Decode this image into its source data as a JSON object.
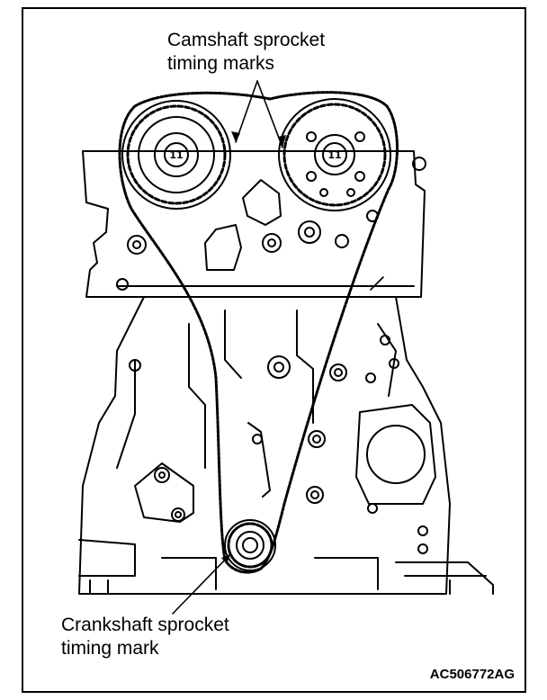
{
  "labels": {
    "camshaft_line1": "Camshaft sprocket",
    "camshaft_line2": "timing marks",
    "crankshaft_line1": "Crankshaft sprocket",
    "crankshaft_line2": "timing mark",
    "figure_code": "AC506772AG",
    "bolt_mark_left": "11",
    "bolt_mark_right": "11"
  },
  "colors": {
    "line": "#000000",
    "background": "#ffffff"
  }
}
